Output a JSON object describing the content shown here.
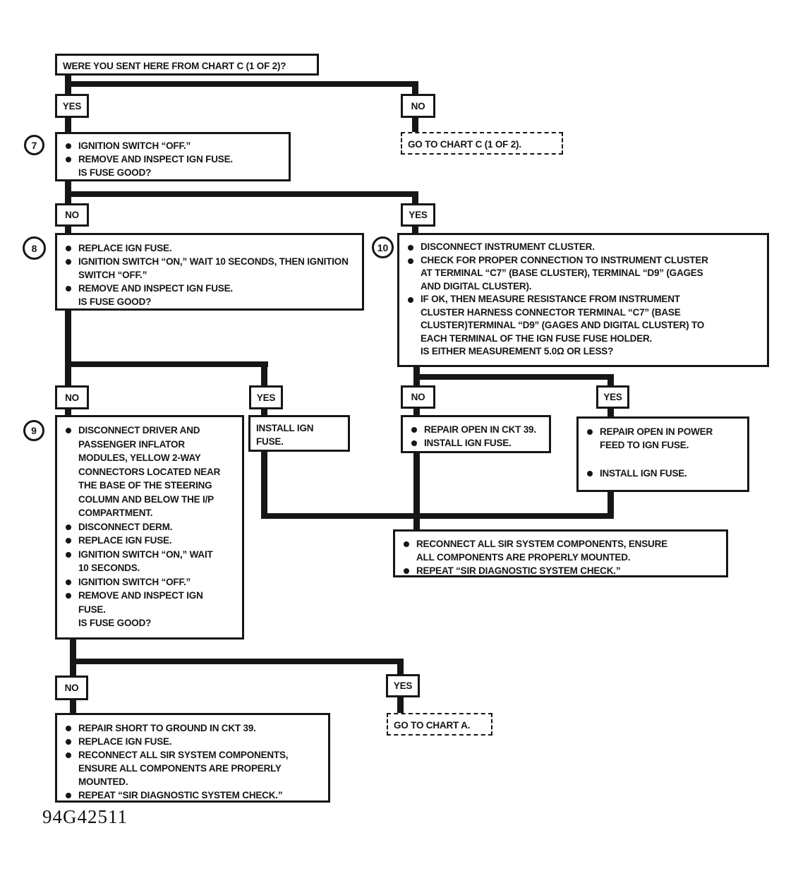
{
  "figure_code": "94G42511",
  "labels": {
    "yes": "YES",
    "no": "NO"
  },
  "flow": {
    "start_question": "WERE YOU SENT HERE FROM CHART C (1 OF 2)?",
    "goto_chart_c": "GO TO CHART C (1 OF 2).",
    "goto_chart_a": "GO TO CHART A.",
    "step7": {
      "num": "7",
      "bullets": [
        "IGNITION SWITCH “OFF.”",
        "REMOVE AND INSPECT IGN FUSE."
      ],
      "question": "IS FUSE GOOD?"
    },
    "step8": {
      "num": "8",
      "bullets": [
        "REPLACE IGN FUSE.",
        "IGNITION SWITCH “ON,” WAIT 10 SECONDS, THEN IGNITION SWITCH “OFF.”",
        "REMOVE AND INSPECT IGN FUSE."
      ],
      "question": "IS FUSE GOOD?"
    },
    "step10": {
      "num": "10",
      "bullets": [
        "DISCONNECT INSTRUMENT CLUSTER.",
        "CHECK FOR PROPER CONNECTION TO INSTRUMENT CLUSTER AT TERMINAL “C7” (BASE CLUSTER), TERMINAL “D9” (GAGES AND DIGITAL CLUSTER).",
        "IF OK, THEN MEASURE RESISTANCE FROM INSTRUMENT CLUSTER HARNESS CONNECTOR TERMINAL “C7” (BASE CLUSTER)TERMINAL “D9” (GAGES AND DIGITAL CLUSTER) TO EACH TERMINAL OF THE IGN FUSE FUSE HOLDER."
      ],
      "question": "IS EITHER MEASUREMENT 5.0Ω OR LESS?"
    },
    "step9": {
      "num": "9",
      "bullets": [
        "DISCONNECT DRIVER AND PASSENGER INFLATOR MODULES, YELLOW 2-WAY CONNECTORS LOCATED NEAR THE BASE OF THE STEERING COLUMN AND BELOW THE I/P COMPARTMENT.",
        "DISCONNECT DERM.",
        "REPLACE IGN FUSE.",
        "IGNITION SWITCH “ON,” WAIT 10 SECONDS.",
        "IGNITION SWITCH “OFF.”",
        "REMOVE AND INSPECT IGN FUSE."
      ],
      "question": "IS FUSE GOOD?"
    },
    "install_fuse": "INSTALL IGN FUSE.",
    "repair_open_ckt39": {
      "bullets": [
        "REPAIR OPEN IN CKT 39.",
        "INSTALL IGN FUSE."
      ]
    },
    "repair_open_power": {
      "bullets": [
        "REPAIR OPEN IN POWER FEED TO IGN FUSE.",
        "INSTALL IGN FUSE."
      ]
    },
    "reconnect": {
      "bullets": [
        "RECONNECT ALL SIR SYSTEM COMPONENTS, ENSURE ALL COMPONENTS ARE PROPERLY MOUNTED.",
        "REPEAT “SIR DIAGNOSTIC SYSTEM CHECK.”"
      ]
    },
    "repair_short": {
      "bullets": [
        "REPAIR SHORT TO GROUND IN CKT 39.",
        "REPLACE IGN FUSE.",
        "RECONNECT ALL SIR SYSTEM COMPONENTS, ENSURE ALL COMPONENTS ARE PROPERLY MOUNTED.",
        "REPEAT “SIR DIAGNOSTIC SYSTEM CHECK.”"
      ]
    }
  }
}
